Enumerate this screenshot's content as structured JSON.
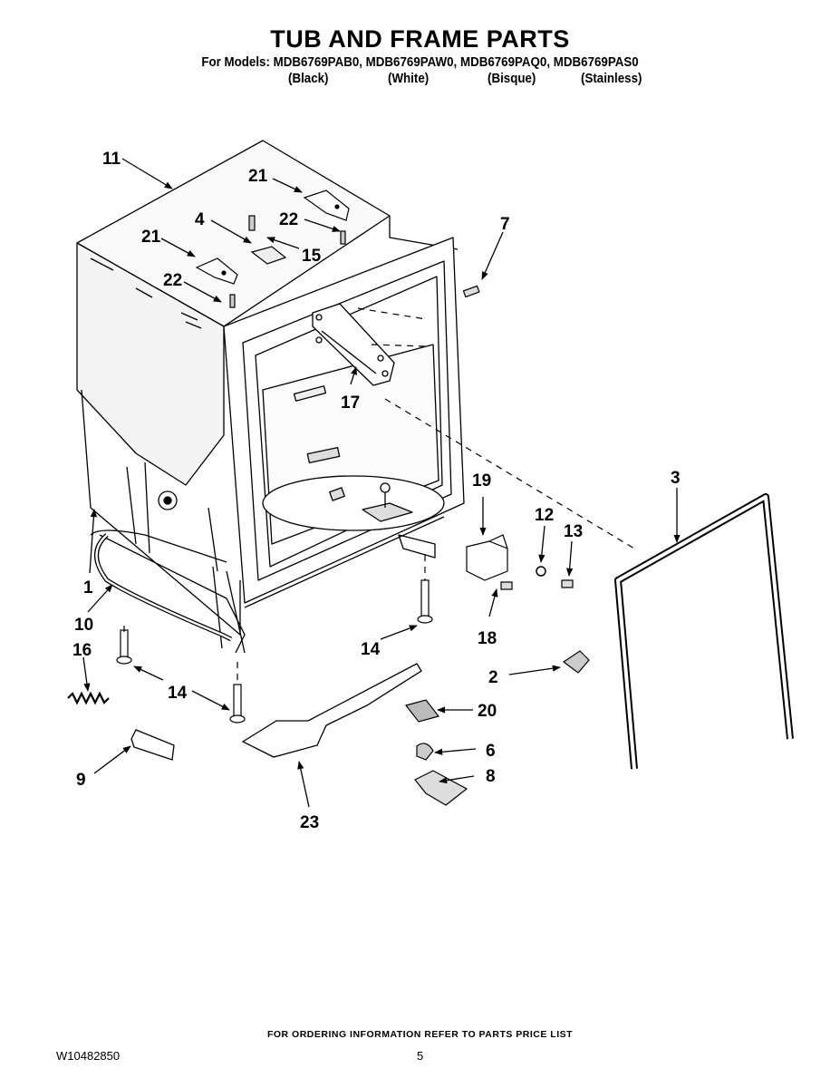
{
  "header": {
    "title": "TUB AND FRAME PARTS",
    "models_line": "For Models: MDB6769PAB0, MDB6769PAW0, MDB6769PAQ0, MDB6769PAS0",
    "colors": [
      "(Black)",
      "(White)",
      "(Bisque)",
      "(Stainless)"
    ]
  },
  "callouts": {
    "c1": "1",
    "c2": "2",
    "c3": "3",
    "c4": "4",
    "c6": "6",
    "c7": "7",
    "c8": "8",
    "c9": "9",
    "c10": "10",
    "c11": "11",
    "c12": "12",
    "c13": "13",
    "c14a": "14",
    "c14b": "14",
    "c15": "15",
    "c16": "16",
    "c17": "17",
    "c18": "18",
    "c19": "19",
    "c20": "20",
    "c21a": "21",
    "c21b": "21",
    "c22a": "22",
    "c22b": "22",
    "c23": "23"
  },
  "footer": {
    "ordering_note": "FOR ORDERING INFORMATION REFER TO PARTS PRICE LIST",
    "document_number": "W10482850",
    "page_number": "5"
  }
}
